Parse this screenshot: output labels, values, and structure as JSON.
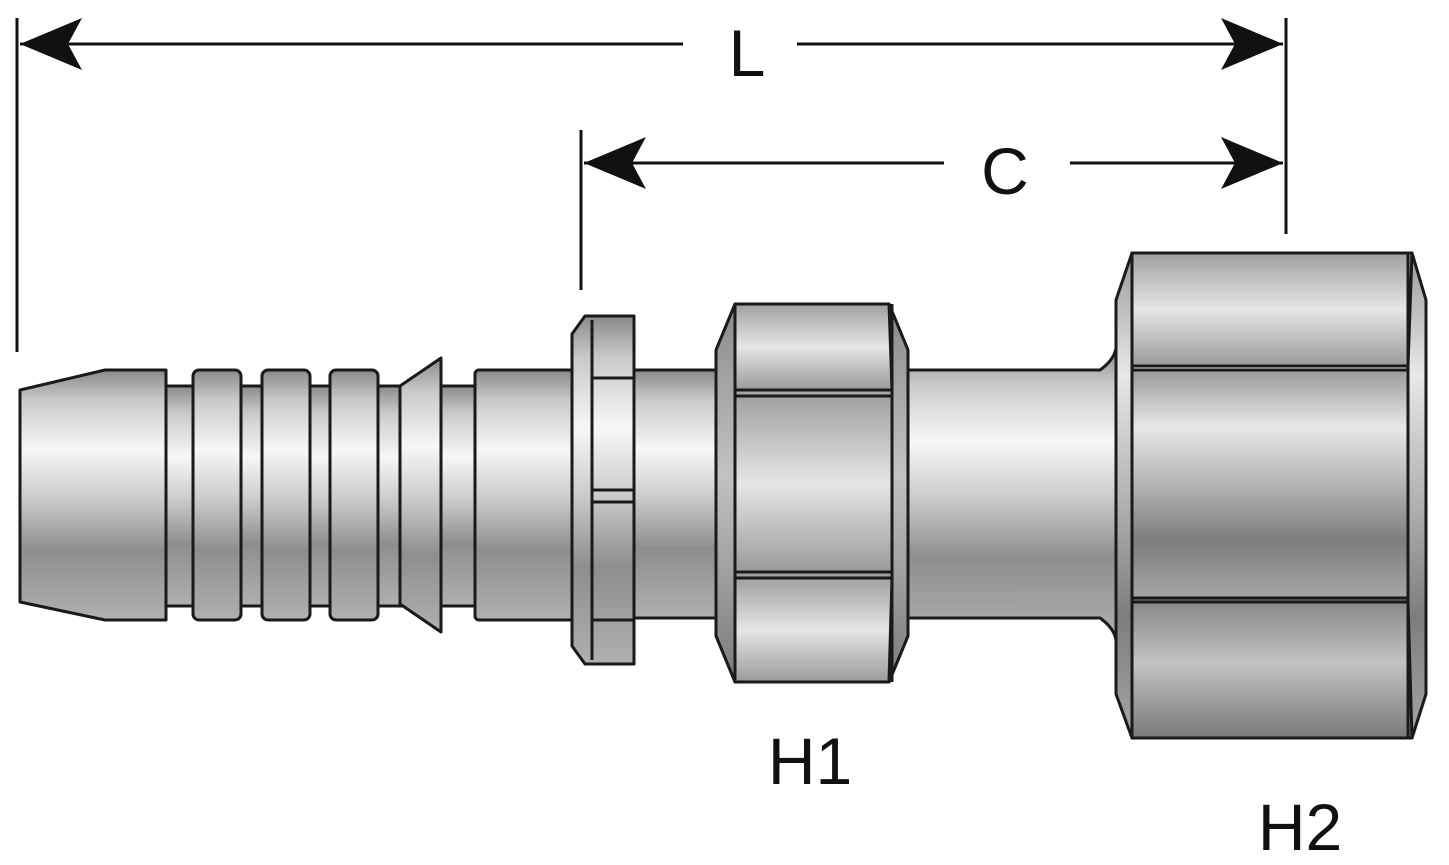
{
  "dimensions": {
    "overall_length": "L",
    "cutoff_length": "C"
  },
  "hex_labels": {
    "h1": "H1",
    "h2": "H2"
  },
  "colors": {
    "stroke": "#1a1a1a",
    "steel_light": "#f4f4f4",
    "steel_mid": "#b9b9b9",
    "steel_dark": "#6f6f6f"
  }
}
